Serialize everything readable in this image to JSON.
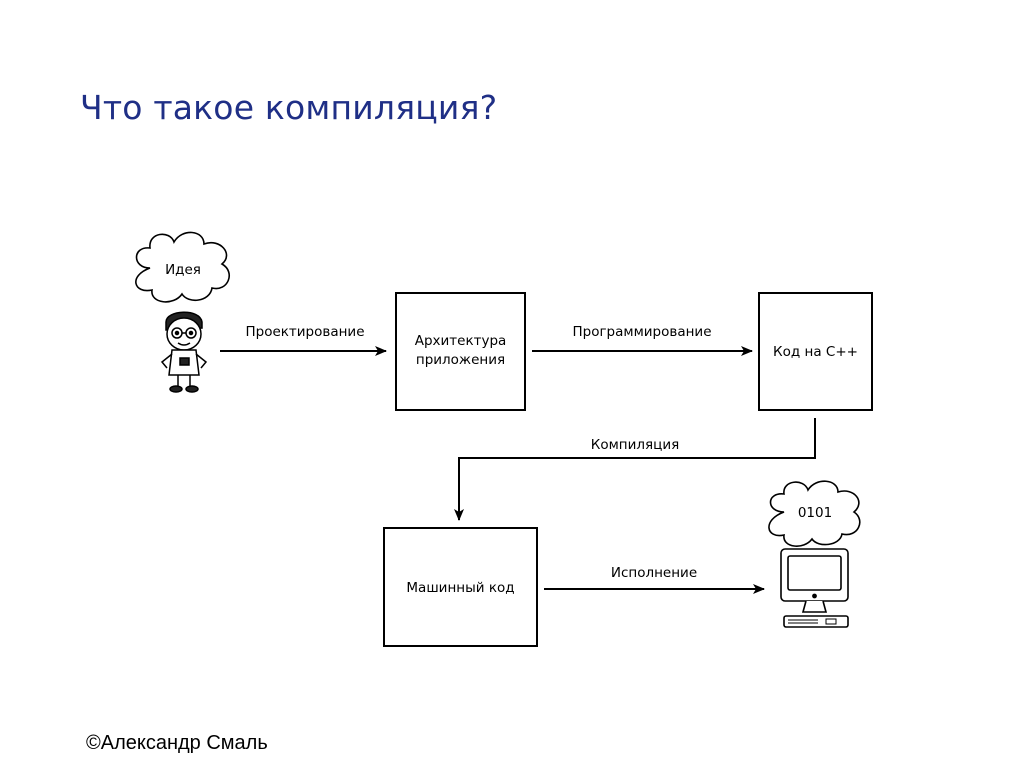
{
  "title": "Что такое компиляция?",
  "credit": "©Александр Смаль",
  "colors": {
    "title": "#1f2f86",
    "line": "#000000"
  },
  "diagram": {
    "idea_cloud": "Идея",
    "binary_cloud": "0101",
    "boxes": {
      "architecture": [
        "Архитектура",
        "приложения"
      ],
      "cpp_code": "Код на C++",
      "machine_code": "Машинный код"
    },
    "arrows": {
      "design": "Проектирование",
      "programming": "Программирование",
      "compilation": "Компиляция",
      "execution": "Исполнение"
    },
    "icons": {
      "person": "cartoon-person-icon",
      "computer": "desktop-computer-icon"
    }
  }
}
